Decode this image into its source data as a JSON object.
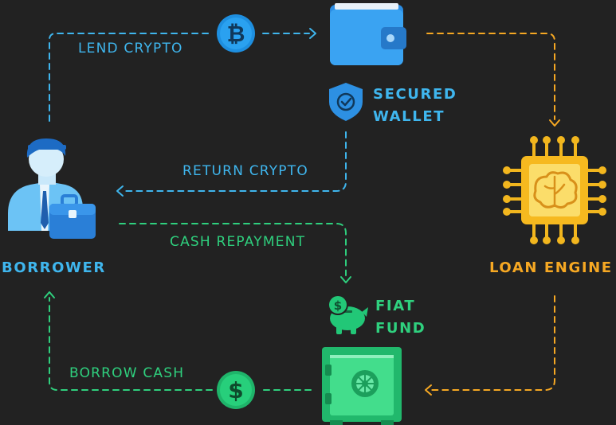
{
  "labels": {
    "lend_crypto": "LEND CRYPTO",
    "secured_wallet_line1": "SECURED",
    "secured_wallet_line2": "WALLET",
    "return_crypto": "RETURN CRYPTO",
    "cash_repayment": "CASH REPAYMENT",
    "borrower": "BORROWER",
    "loan_engine": "LOAN ENGINE",
    "fiat_fund_line1": "FIAT",
    "fiat_fund_line2": "FUND",
    "borrow_cash": "BORROW CASH"
  },
  "icons": [
    "bitcoin-icon",
    "wallet-icon",
    "shield-check-icon",
    "borrower-icon",
    "briefcase-icon",
    "chip-brain-icon",
    "piggy-bank-icon",
    "safe-icon",
    "dollar-coin-icon"
  ],
  "colors": {
    "background": "#222222",
    "crypto_flow": "#3fb6ee",
    "fiat_flow": "#2fd07e",
    "engine_flow": "#f6a823"
  }
}
